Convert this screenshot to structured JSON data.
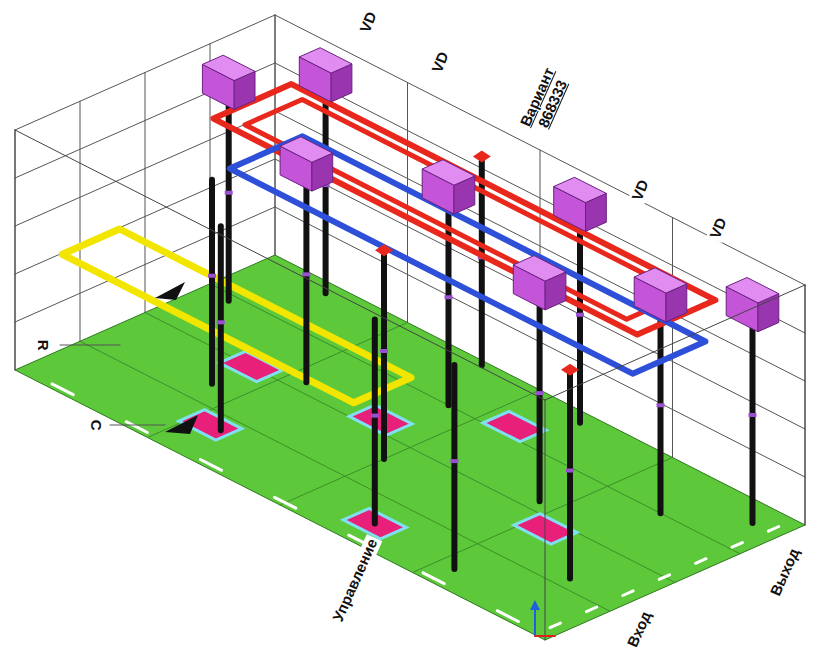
{
  "diagram": {
    "labels": [
      "VD",
      "VD",
      "VD",
      "VD",
      "Вариант 868333",
      "R",
      "C",
      "Управление",
      "Вход",
      "Выход"
    ]
  }
}
